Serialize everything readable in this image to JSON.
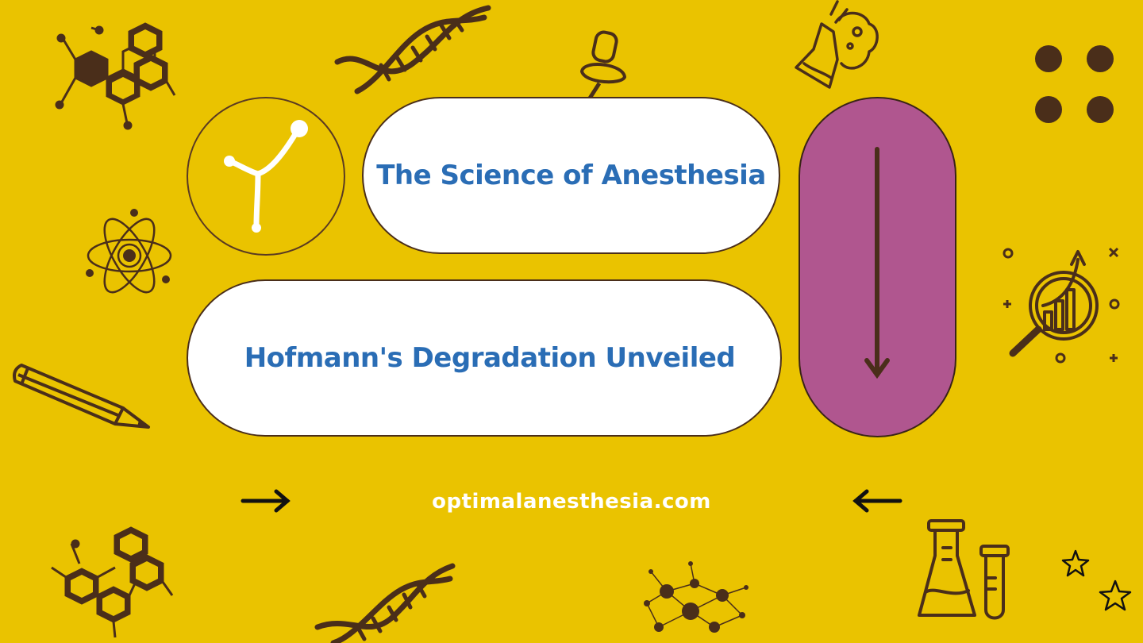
{
  "colors": {
    "background": "#eac300",
    "brown": "#4a2e1a",
    "pill_fill": "#ffffff",
    "title_text": "#2a6db5",
    "accent_purple": "#b0568f",
    "url_text": "#ffffff",
    "arrow": "#111111"
  },
  "banner": {
    "title": "The Science of Anesthesia",
    "subtitle": "Hofmann's Degradation Unveiled",
    "website": "optimalanesthesia.com"
  },
  "icons": [
    "hexagon-molecule-icon",
    "dna-icon",
    "push-pin-icon",
    "flask-icon",
    "four-dots-icon",
    "molecule-y-icon",
    "atom-icon",
    "growth-chart-magnifier-icon",
    "pencil-icon",
    "arrow-right-icon",
    "arrow-left-icon",
    "arrow-down-icon",
    "network-dots-icon",
    "lab-glassware-icon",
    "star-icon"
  ]
}
